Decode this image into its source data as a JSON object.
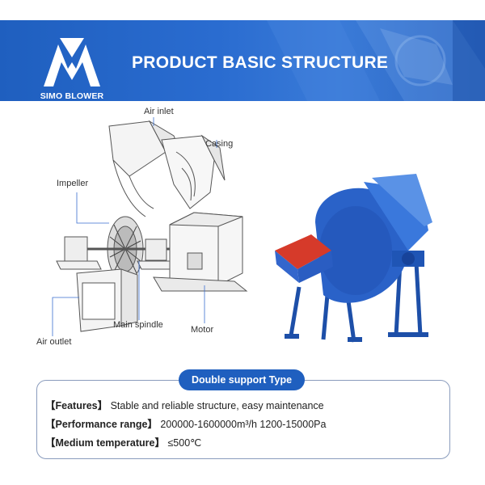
{
  "header": {
    "brand": "SIMO BLOWER",
    "title": "PRODUCT BASIC STRUCTURE",
    "bg_color": "#2a6cd0"
  },
  "diagram": {
    "labels": {
      "air_inlet": "Air inlet",
      "casing": "Casing",
      "impeller": "Impeller",
      "main_spindle": "Main spindle",
      "motor": "Motor",
      "air_outlet": "Air outlet"
    }
  },
  "type_badge": "Double support Type",
  "specs": {
    "features_label": "【Features】",
    "features_value": "Stable and reliable structure, easy maintenance",
    "performance_label": "【Performance range】",
    "performance_value": "200000-1600000m³/h  1200-15000Pa",
    "temperature_label": "【Medium temperature】",
    "temperature_value": "≤500℃"
  },
  "colors": {
    "accent": "#1f5fbf",
    "fan_blue": "#2a62c8",
    "inlet_red": "#d63a2a"
  }
}
